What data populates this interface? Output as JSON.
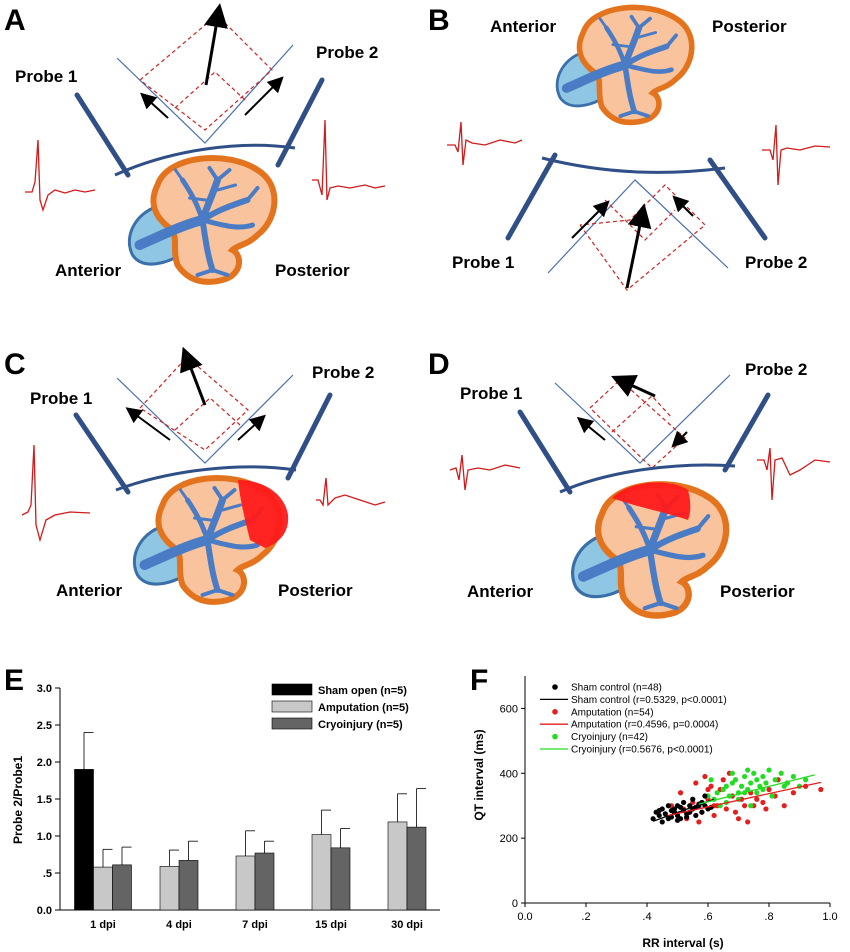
{
  "panels": {
    "A": {
      "letter": "A",
      "probe1": "Probe 1",
      "probe2": "Probe 2",
      "anterior": "Anterior",
      "posterior": "Posterior"
    },
    "B": {
      "letter": "B",
      "probe1": "Probe 1",
      "probe2": "Probe 2",
      "anterior": "Anterior",
      "posterior": "Posterior"
    },
    "C": {
      "letter": "C",
      "probe1": "Probe 1",
      "probe2": "Probe 2",
      "anterior": "Anterior",
      "posterior": "Posterior"
    },
    "D": {
      "letter": "D",
      "probe1": "Probe 1",
      "probe2": "Probe 2",
      "anterior": "Anterior",
      "posterior": "Posterior"
    }
  },
  "colors": {
    "heart_fill": "#f8c39d",
    "heart_stroke": "#e3731d",
    "vessel": "#4a7cc6",
    "atrium_fill": "#8ec6e3",
    "probe": "#2f4f86",
    "ecg": "#d11a1a",
    "injury": "#ff1a1a",
    "cryo": "#22dd22",
    "amp": "#e61e1e",
    "sham": "#000000"
  },
  "chart_data": [
    {
      "id": "E",
      "letter": "E",
      "type": "bar",
      "ylabel": "Probe 2/Probe1",
      "categories": [
        "1 dpi",
        "4 dpi",
        "7 dpi",
        "15 dpi",
        "30 dpi"
      ],
      "ylim": [
        0,
        3.0
      ],
      "yticks": [
        0.0,
        0.5,
        1.0,
        1.5,
        2.0,
        2.5,
        3.0
      ],
      "ytick_labels": [
        "0.0",
        ".5",
        "1.0",
        "1.5",
        "2.0",
        "2.5",
        "3.0"
      ],
      "series": [
        {
          "name": "Sham open (n=5)",
          "color": "#000000",
          "values": [
            1.9,
            null,
            null,
            null,
            null
          ],
          "errors": [
            0.5,
            null,
            null,
            null,
            null
          ]
        },
        {
          "name": "Amputation (n=5)",
          "color": "#c8c8c8",
          "values": [
            0.58,
            0.59,
            0.73,
            1.02,
            1.19
          ],
          "errors": [
            0.24,
            0.22,
            0.34,
            0.33,
            0.38
          ]
        },
        {
          "name": "Cryoinjury (n=5)",
          "color": "#646464",
          "values": [
            0.61,
            0.67,
            0.77,
            0.84,
            1.12
          ],
          "errors": [
            0.24,
            0.26,
            0.16,
            0.26,
            0.52
          ]
        }
      ]
    },
    {
      "id": "F",
      "letter": "F",
      "type": "scatter",
      "xlabel": "RR interval (s)",
      "ylabel": "QT interval (ms)",
      "xlim": [
        0.0,
        1.0
      ],
      "ylim": [
        0,
        700
      ],
      "xticks": [
        0.0,
        0.2,
        0.4,
        0.6,
        0.8,
        1.0
      ],
      "xtick_labels": [
        "0.0",
        ".2",
        ".4",
        ".6",
        ".8",
        "1.0"
      ],
      "yticks": [
        0,
        200,
        400,
        600
      ],
      "ytick_labels": [
        "0",
        "200",
        "400",
        "600"
      ],
      "legend": [
        {
          "label": "Sham control (n=48)",
          "kind": "point",
          "color": "#000000"
        },
        {
          "label": "Sham control (r=0.5329, p<0.0001)",
          "kind": "line",
          "color": "#000000"
        },
        {
          "label": "Amputation (n=54)",
          "kind": "point",
          "color": "#e61e1e"
        },
        {
          "label": "Amputation (r=0.4596, p=0.0004)",
          "kind": "line",
          "color": "#e61e1e"
        },
        {
          "label": "Cryoinjury (n=42)",
          "kind": "point",
          "color": "#22dd22"
        },
        {
          "label": "Cryoinjury (r=0.5676, p<0.0001)",
          "kind": "line",
          "color": "#22dd22"
        }
      ],
      "series": [
        {
          "name": "Sham control",
          "color": "#000000",
          "x": [
            0.42,
            0.43,
            0.44,
            0.45,
            0.46,
            0.47,
            0.48,
            0.48,
            0.49,
            0.5,
            0.5,
            0.51,
            0.52,
            0.52,
            0.53,
            0.54,
            0.55,
            0.55,
            0.56,
            0.57,
            0.58,
            0.59,
            0.6,
            0.45,
            0.47,
            0.5,
            0.53,
            0.56,
            0.58,
            0.61,
            0.44,
            0.49,
            0.51,
            0.54,
            0.57,
            0.59
          ],
          "y": [
            260,
            280,
            270,
            290,
            275,
            300,
            265,
            285,
            280,
            300,
            270,
            295,
            285,
            310,
            275,
            300,
            290,
            320,
            295,
            305,
            310,
            300,
            290,
            250,
            260,
            255,
            265,
            270,
            280,
            295,
            285,
            290,
            260,
            280,
            300,
            330
          ],
          "fit": {
            "x0": 0.42,
            "y0": 252,
            "x1": 0.62,
            "y1": 320
          }
        },
        {
          "name": "Amputation",
          "color": "#e61e1e",
          "x": [
            0.48,
            0.5,
            0.52,
            0.53,
            0.55,
            0.57,
            0.58,
            0.6,
            0.62,
            0.63,
            0.65,
            0.66,
            0.68,
            0.7,
            0.72,
            0.74,
            0.76,
            0.78,
            0.8,
            0.82,
            0.85,
            0.88,
            0.92,
            0.97,
            0.56,
            0.59,
            0.61,
            0.64,
            0.67,
            0.71,
            0.75,
            0.79,
            0.83,
            0.86,
            0.51,
            0.54,
            0.6,
            0.62,
            0.69,
            0.73
          ],
          "y": [
            300,
            270,
            290,
            260,
            310,
            250,
            280,
            320,
            270,
            300,
            380,
            290,
            330,
            260,
            300,
            340,
            320,
            310,
            350,
            330,
            300,
            340,
            360,
            350,
            370,
            390,
            360,
            350,
            400,
            320,
            300,
            290,
            380,
            370,
            340,
            280,
            350,
            300,
            280,
            250
          ],
          "fit": {
            "x0": 0.47,
            "y0": 270,
            "x1": 0.97,
            "y1": 372
          }
        },
        {
          "name": "Cryoinjury",
          "color": "#22dd22",
          "x": [
            0.58,
            0.6,
            0.62,
            0.63,
            0.65,
            0.66,
            0.67,
            0.68,
            0.69,
            0.7,
            0.71,
            0.72,
            0.73,
            0.74,
            0.75,
            0.76,
            0.77,
            0.78,
            0.79,
            0.8,
            0.82,
            0.84,
            0.86,
            0.88,
            0.9,
            0.92,
            0.64,
            0.66,
            0.7,
            0.72,
            0.74,
            0.78,
            0.81,
            0.85,
            0.61,
            0.68,
            0.73,
            0.76
          ],
          "y": [
            310,
            330,
            320,
            340,
            350,
            360,
            330,
            370,
            380,
            340,
            360,
            390,
            350,
            370,
            400,
            380,
            360,
            390,
            370,
            410,
            380,
            400,
            370,
            390,
            360,
            380,
            300,
            310,
            320,
            340,
            300,
            350,
            330,
            360,
            380,
            400,
            410,
            340
          ],
          "fit": {
            "x0": 0.57,
            "y0": 305,
            "x1": 0.95,
            "y1": 395
          }
        }
      ]
    }
  ]
}
